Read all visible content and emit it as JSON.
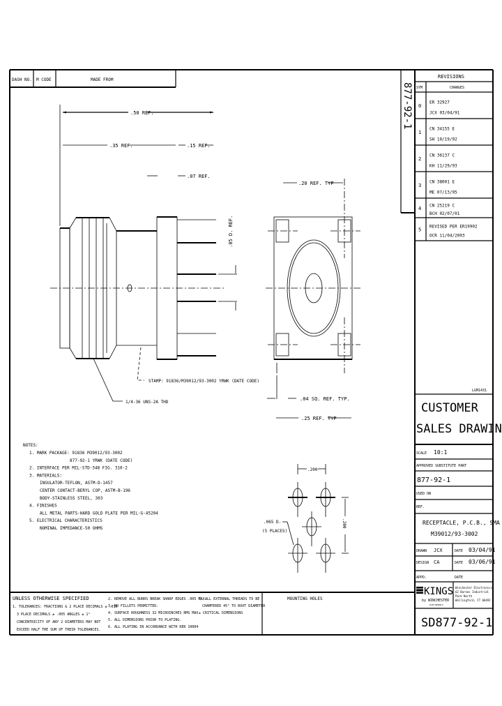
{
  "title_header": {
    "dash_no": "DASH NO.",
    "m_code": "M CODE",
    "made_from": "MADE FROM"
  },
  "part_number_vertical": "877-92-1",
  "revisions": {
    "title": "REVISIONS",
    "col_sym": "SYM",
    "col_changes": "CHANGES",
    "rows": [
      {
        "sym": "0",
        "line1": "ER 32927",
        "line2": "JCX 03/04/91"
      },
      {
        "sym": "1",
        "line1": "CN 34155 E",
        "line2": "SH 10/19/92"
      },
      {
        "sym": "2",
        "line1": "CN 36137 C",
        "line2": "KH 11/29/93"
      },
      {
        "sym": "3",
        "line1": "CN 38001 E",
        "line2": "ME 07/13/95"
      },
      {
        "sym": "4",
        "line1": "CN 25219 C",
        "line2": "BCH 02/07/01"
      },
      {
        "sym": "5",
        "line1": "REVISED PER ER19902",
        "line2": "OCR 11/04/2003"
      }
    ]
  },
  "dimensions": {
    "overall": ".50 REF.",
    "left": ".35 REF.",
    "right": ".15 REF.",
    "small": ".07 REF.",
    "dia": ".05 D. REF.",
    "top_typ": ".20 REF. TYP",
    "sq_typ": ".04 SQ. REF. TYP.",
    "width_typ": ".25 REF. TYP",
    "hole_pitch_h": ".200",
    "hole_pitch_v": ".200",
    "hole_dia": ".065 D.",
    "hole_count": "(5 PLACES)"
  },
  "callouts": {
    "stamp": "STAMP: 91836/M39012/93-3002 YRWK (DATE CODE)",
    "thread": "1/4-36 UNS-2A THD",
    "mounting_holes": "MOUNTING HOLES"
  },
  "notes": {
    "heading": "NOTES:",
    "lines": [
      "1. MARK PACKAGE: 91836 M39012/93-3002",
      "877-92-1 YRWK (DATE CODE)",
      "2. INTERFACE PER MIL-STD-348 FIG. 310-2",
      "3. MATERIALS:",
      "INSULATOR-TEFLON, ASTM-D-1457",
      "CENTER CONTACT-BERYL COP, ASTM-B-196",
      "BODY-STAINLESS STEEL, 303",
      "4. FINISHES",
      "ALL METAL PARTS-HARD GOLD PLATE PER MIL-G-45204",
      "5. ELECTRICAL CHARACTERISTICS",
      "NOMINAL IMPEDANCE-50 OHMS"
    ]
  },
  "tolerances": {
    "heading": "UNLESS OTHERWISE SPECIFIED",
    "col1": [
      "1. TOLERANCES: FRACTIONS & 2 PLACE DECIMALS ± .010",
      "3 PLACE DECIMALS ± .005     ANGLES ± 1°",
      "CONCENTRICITY OF ANY 2 DIAMETERS MAY NOT",
      "EXCEED HALF THE SUM OF THEIR TOLERANCES."
    ],
    "col2": [
      "2. REMOVE ALL BURRS BREAK SHARP EDGES .005 MAX.",
      "3. NO FILLETS PERMITTED.",
      "4. SURFACE ROUGHNESS 32 MICROINCHES RMS MAX.",
      "5. ALL DIMENSIONS PRIOR TO PLATING.",
      "6. ALL PLATING IN ACCORDANCE WITH KER 10004"
    ],
    "col3": [
      "7. ALL EXTERNAL THREADS TO BE",
      "CHAMFERED 45° TO ROOT DIAMETER",
      "★ CRITICAL DIMENSIONS"
    ]
  },
  "title_block": {
    "code": "LGM1431",
    "title_line1": "CUSTOMER",
    "title_line2": "SALES DRAWING",
    "scale_label": "SCALE",
    "scale_value": "10:1",
    "approved_label": "APPROVED SUBSTITUTE PART",
    "approved_value": "877-92-1",
    "used_on_label": "USED ON",
    "ref_label": "REF.",
    "description_line1": "RECEPTACLE, P.C.B., SMA",
    "description_line2": "M39012/93-3002",
    "drawn_label": "DRAWN",
    "drawn_by": "JCX",
    "drawn_date_label": "DATE",
    "drawn_date": "03/04/91",
    "design_label": "DESIGN",
    "design_by": "CA",
    "design_date_label": "DATE",
    "design_date": "03/06/91",
    "appd_label": "APPD.",
    "appd_date_label": "DATE",
    "logo_main": "KINGS",
    "logo_sub": "by WINCHESTER",
    "logo_tag": "ELECTRONICS",
    "address": [
      "Winchester Electronics",
      "62 Barnes Industrial",
      "Park North",
      "Wallingford, CT 06492"
    ],
    "drawing_number": "SD877-92-1"
  }
}
